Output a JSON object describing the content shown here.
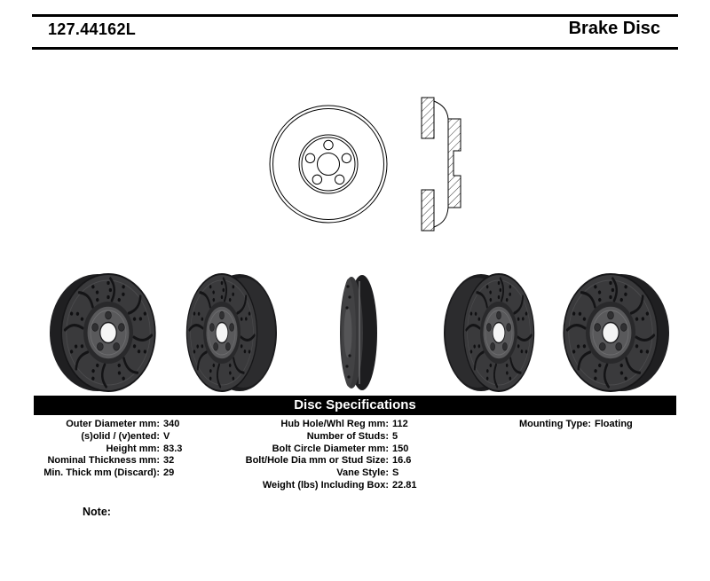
{
  "colors": {
    "bar_bg": "#000000",
    "bar_text": "#ffffff",
    "text": "#000000"
  },
  "header": {
    "part_number": "127.44162L",
    "product_type": "Brake Disc"
  },
  "spec_bar": {
    "title": "Disc Specifications"
  },
  "specs": {
    "left": [
      {
        "label": "Outer Diameter mm:",
        "value": "340"
      },
      {
        "label": "(s)olid / (v)ented:",
        "value": "V"
      },
      {
        "label": "Height mm:",
        "value": "83.3"
      },
      {
        "label": "Nominal Thickness mm:",
        "value": "32"
      },
      {
        "label": "Min. Thick mm (Discard):",
        "value": "29"
      }
    ],
    "middle": [
      {
        "label": "Hub Hole/Whl Reg mm:",
        "value": "112"
      },
      {
        "label": "Number of Studs:",
        "value": "5"
      },
      {
        "label": "Bolt Circle Diameter mm:",
        "value": "150"
      },
      {
        "label": "Bolt/Hole Dia mm or Stud Size:",
        "value": "16.6"
      },
      {
        "label": "Vane Style:",
        "value": "S"
      },
      {
        "label": "Weight (lbs) Including Box:",
        "value": "22.81"
      }
    ],
    "right": [
      {
        "label": "Mounting Type:",
        "value": "Floating"
      }
    ]
  },
  "note": {
    "label": "Note:"
  }
}
